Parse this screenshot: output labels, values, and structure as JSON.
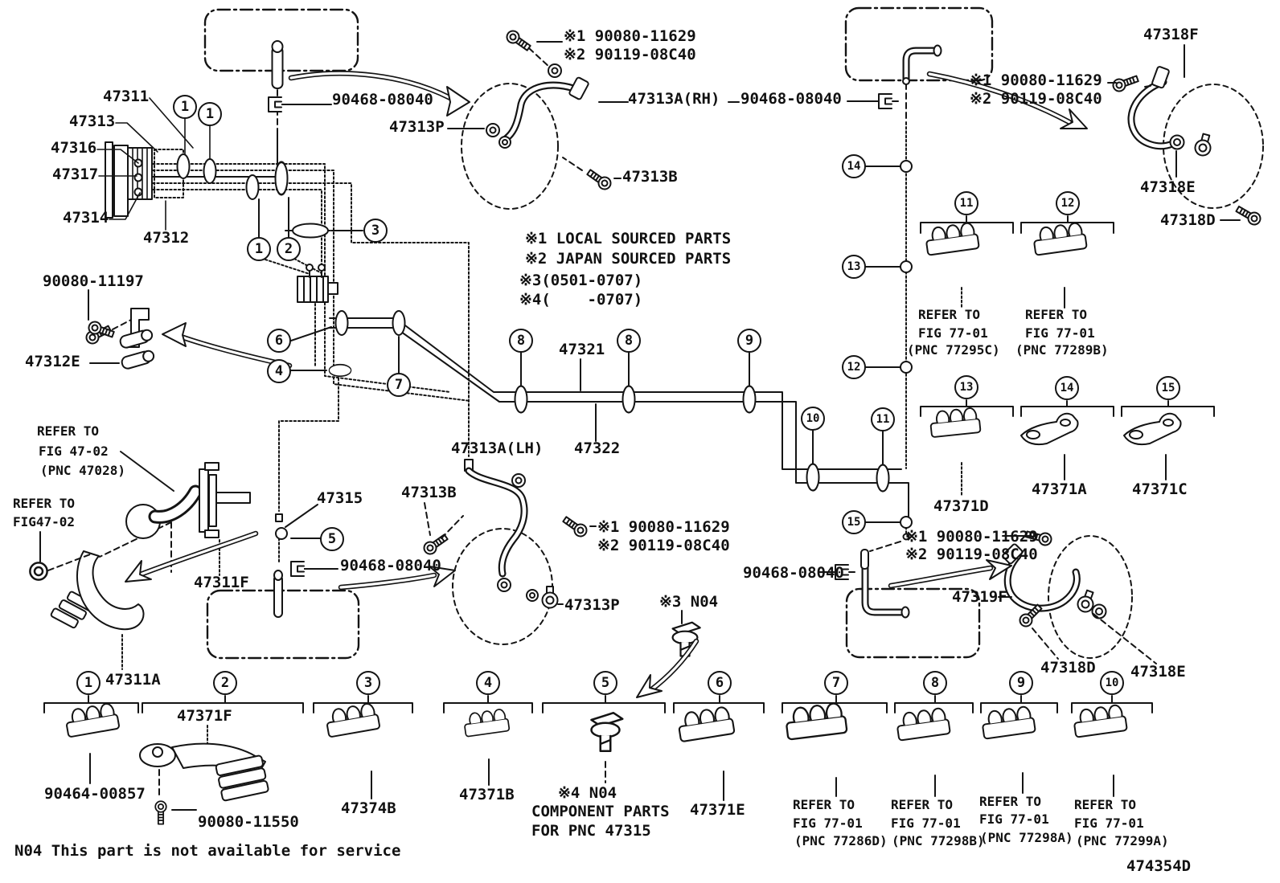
{
  "figure": {
    "code": "474354D"
  },
  "notes": {
    "local": "※1 LOCAL SOURCED PARTS",
    "japan": "※2 JAPAN SOURCED PARTS",
    "range3": "※3(0501-0707)",
    "range4": "※4(    -0707)",
    "n04_3": "※3 N04",
    "n04_4": "※4 N04",
    "component_1": "COMPONENT PARTS",
    "component_2": "FOR PNC 47315",
    "n04_service": "N04 This part is not available for service"
  },
  "parts": {
    "47311": "47311",
    "47312": "47312",
    "47312E": "47312E",
    "47313": "47313",
    "47313A_RH": "47313A(RH)",
    "47313A_LH": "47313A(LH)",
    "47313B": "47313B",
    "47313P": "47313P",
    "47314": "47314",
    "47315": "47315",
    "47316": "47316",
    "47317": "47317",
    "47318D": "47318D",
    "47318E": "47318E",
    "47318F": "47318F",
    "47319F": "47319F",
    "47321": "47321",
    "47322": "47322",
    "47311A": "47311A",
    "47311F": "47311F",
    "47371A": "47371A",
    "47371B": "47371B",
    "47371C": "47371C",
    "47371D": "47371D",
    "47371E": "47371E",
    "47371F": "47371F",
    "47374B": "47374B",
    "90080_11197": "90080-11197",
    "90080_11550": "90080-11550",
    "90464_00857": "90464-00857",
    "90468_08040": "90468-08040",
    "bolt_local": "※1 90080-11629",
    "bolt_japan": "※2 90119-08C40"
  },
  "refs": {
    "refer_to": "REFER TO",
    "fig_47_02": "FIG 47-02",
    "fig47_02": "FIG47-02",
    "pnc_47028": "(PNC 47028)",
    "fig_77_01": "FIG 77-01",
    "pnc_77295C": "(PNC 77295C)",
    "pnc_77289B": "(PNC 77289B)",
    "pnc_77286D": "(PNC 77286D)",
    "pnc_77298B": "(PNC 77298B)",
    "pnc_77298A": "(PNC 77298A)",
    "pnc_77299A": "(PNC 77299A)"
  },
  "callouts": {
    "c1": "1",
    "c2": "2",
    "c3": "3",
    "c4": "4",
    "c5": "5",
    "c6": "6",
    "c7": "7",
    "c8": "8",
    "c9": "9",
    "c10": "10",
    "c11": "11",
    "c12": "12",
    "c13": "13",
    "c14": "14",
    "c15": "15"
  }
}
